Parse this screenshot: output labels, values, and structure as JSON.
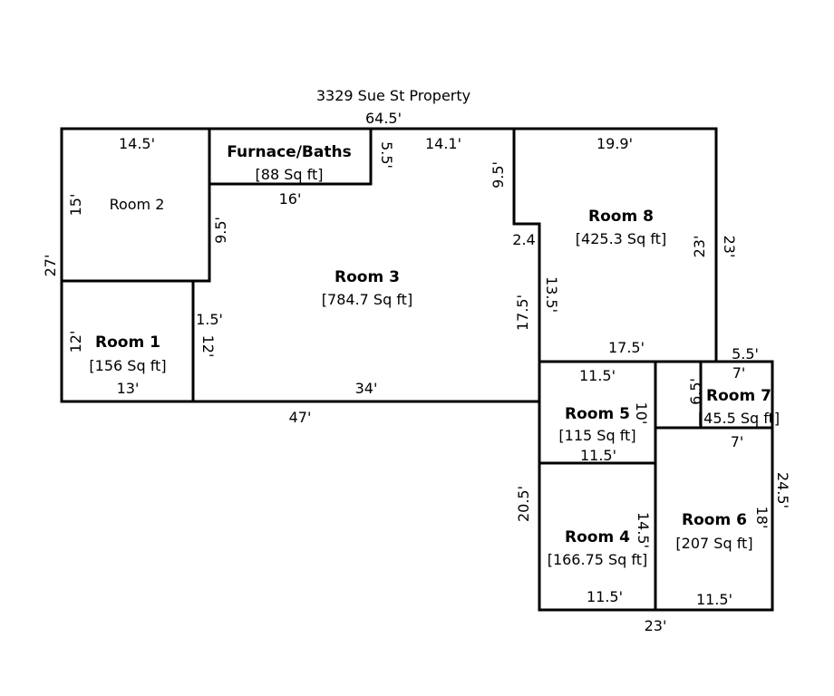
{
  "title": "3329 Sue St Property",
  "rooms": {
    "furnace": {
      "name": "Furnace/Baths",
      "area": "[88 Sq ft]"
    },
    "room1": {
      "name": "Room 1",
      "area": "[156 Sq ft]"
    },
    "room2": {
      "name": "Room 2"
    },
    "room3": {
      "name": "Room 3",
      "area": "[784.7 Sq ft]"
    },
    "room4": {
      "name": "Room 4",
      "area": "[166.75 Sq ft]"
    },
    "room5": {
      "name": "Room 5",
      "area": "[115 Sq ft]"
    },
    "room6": {
      "name": "Room 6",
      "area": "[207 Sq ft]"
    },
    "room7": {
      "name": "Room 7",
      "area": "[45.5 Sq ft]"
    },
    "room8": {
      "name": "Room 8",
      "area": "[425.3 Sq ft]"
    }
  },
  "dimensions": {
    "top_overall": "64.5'",
    "left_overall": "27'",
    "room2_top": "14.5'",
    "room2_left": "15'",
    "room2_right": "9.5'",
    "furnace_right": "5.5'",
    "furnace_bottom": "16'",
    "room3_top": "14.1'",
    "room3_notch": "9.5'",
    "room3_step": "2.4",
    "room3_left_step": "1.5'",
    "room3_left": "12'",
    "room3_right": "17.5'",
    "room3_bottom": "34'",
    "bottom_overall": "47'",
    "room1_left": "12'",
    "room1_bottom": "13'",
    "room8_top": "19.9'",
    "room8_left": "13.5'",
    "room8_right_inner": "23'",
    "room8_right_outer": "23'",
    "room8_bottom": "17.5'",
    "room7_outer_top": "5.5'",
    "room7_top": "7'",
    "room7_left": "6.5'",
    "room7_bottom": "7'",
    "room5_top": "11.5'",
    "room5_right": "10'",
    "room5_bottom": "11.5'",
    "room4_left": "20.5'",
    "room4_right": "14.5'",
    "room4_bottom": "11.5'",
    "room6_right_inner": "18'",
    "room6_right_outer": "24.5'",
    "room6_bottom": "11.5'",
    "bottom_right_overall": "23'"
  }
}
